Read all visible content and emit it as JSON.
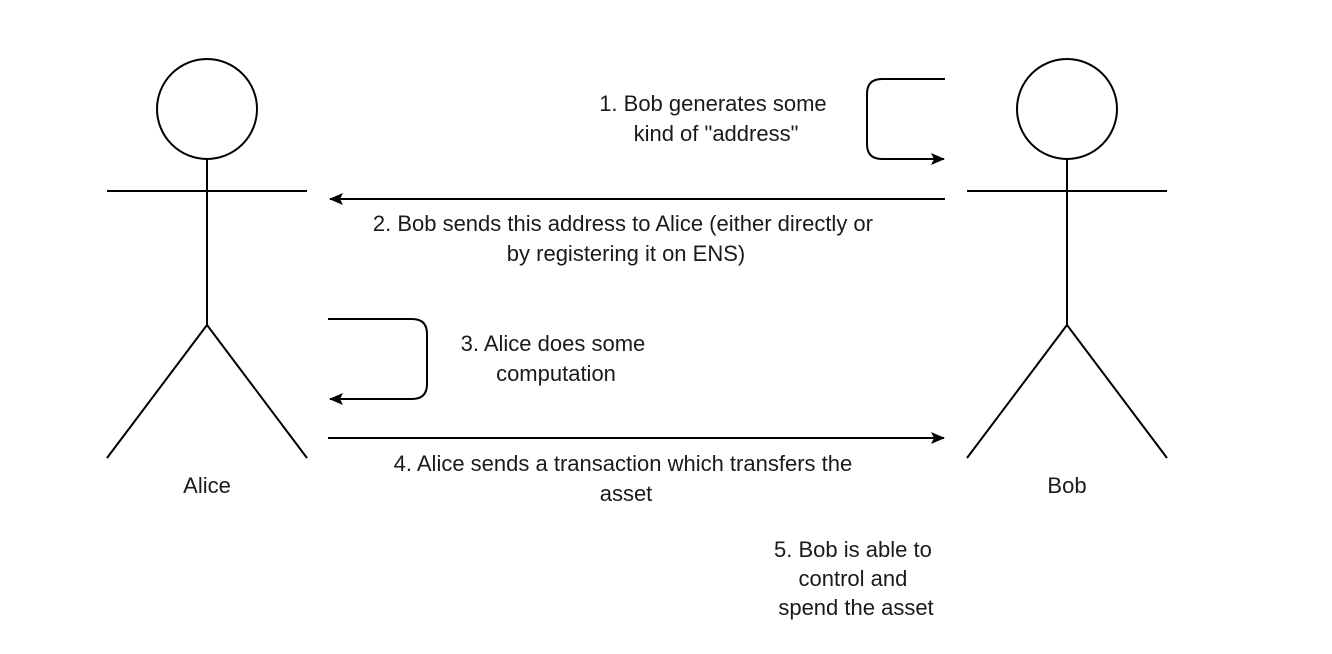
{
  "actors": {
    "alice": {
      "label": "Alice"
    },
    "bob": {
      "label": "Bob"
    }
  },
  "steps": [
    {
      "lines": [
        "1. Bob generates some",
        "kind of \"address\""
      ]
    },
    {
      "lines": [
        "2. Bob sends this address to Alice (either directly or",
        "by registering it on ENS)"
      ]
    },
    {
      "lines": [
        "3. Alice does some",
        "computation"
      ]
    },
    {
      "lines": [
        "4. Alice sends a transaction which transfers the",
        "asset"
      ]
    },
    {
      "lines": [
        "5. Bob is able to",
        "control and",
        "spend the asset"
      ]
    }
  ],
  "colors": {
    "stroke": "#000000",
    "text": "#1a1a1a",
    "background": "#ffffff"
  }
}
